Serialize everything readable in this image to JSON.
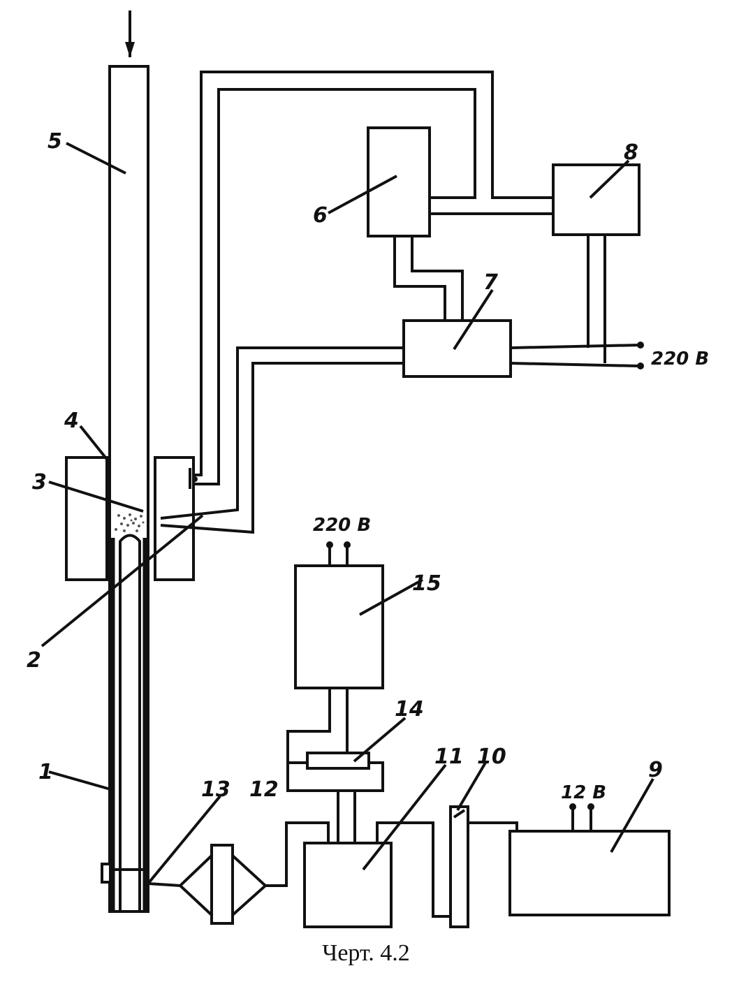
{
  "labels": {
    "l1": "1",
    "l2": "2",
    "l3": "3",
    "l4": "4",
    "l5": "5",
    "l6": "6",
    "l7": "7",
    "l8": "8",
    "l9": "9",
    "l10": "10",
    "l11": "11",
    "l12": "12",
    "l13": "13",
    "l14": "14",
    "l15": "15"
  },
  "voltage": {
    "v220_right": "220 В",
    "v220_top": "220 В",
    "v12": "12 В"
  },
  "caption": "Черт. 4.2"
}
